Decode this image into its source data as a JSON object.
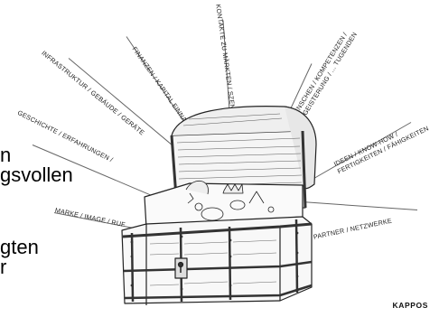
{
  "partial_text": [
    "n",
    "gsvollen",
    "gten",
    "r"
  ],
  "labels": {
    "contacts": "KONTAKTE ZU MÄRKTEN / SZENEN",
    "finance": "FINANZEN / KAPITAL EINNAHMEN",
    "infrastructure": "INFRASTRUKTUR / GEBÄUDE / GERÄTE",
    "history": "GESCHICHTE / ERFAHRUNGEN /",
    "brand_image": "MARKE / IMAGE / RUF",
    "people": "MENSCHEN / KOMPETENZEN / BEGEISTERUNG / ... TUGENDEN",
    "ideas": "IDEEN / KNOW-HOW / FERTIGKEITEN / FÄHIGKEITEN",
    "partners": "PARTNER / NETZWERKE"
  },
  "logo": "KAPPOS"
}
